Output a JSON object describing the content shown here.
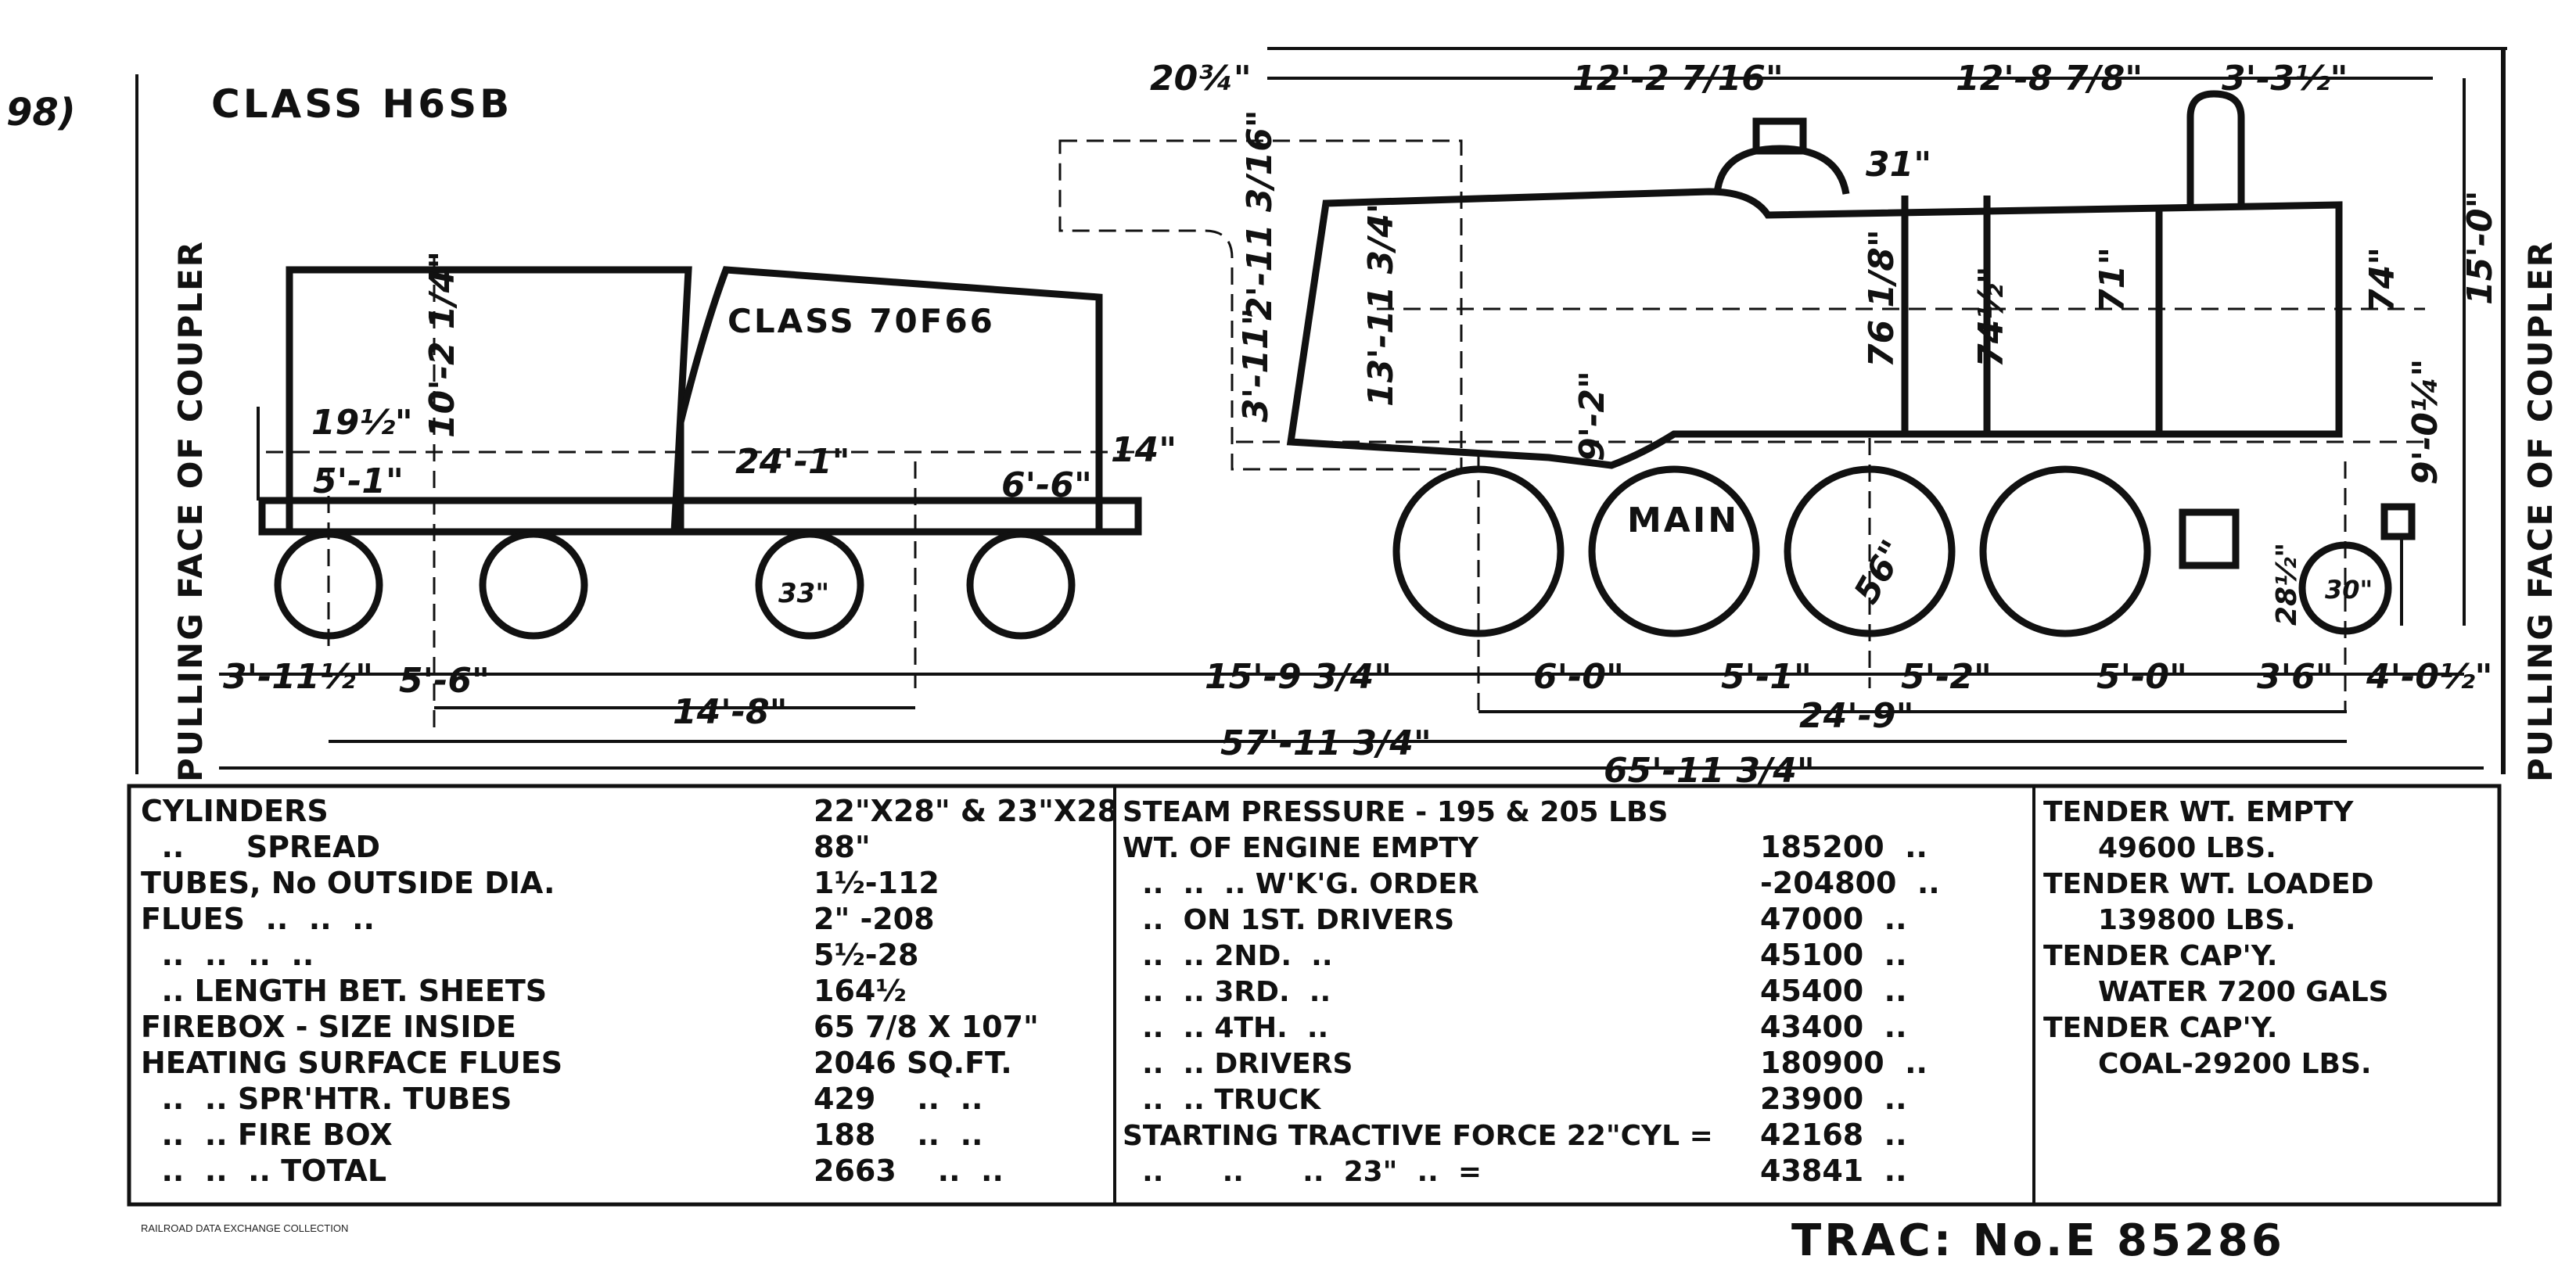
{
  "page_ref": "98)",
  "engine_class": "CLASS H6SB",
  "tender_class": "CLASS 70F66",
  "side_label": "PULLING FACE OF COUPLER",
  "wheel_label": "MAIN",
  "collection_note": "RAILROAD DATA EXCHANGE COLLECTION",
  "tracing_no": "TRAC: No.E 85286",
  "dimensions": {
    "top_20_3_4": "20¾\"",
    "top_12_2": "12'-2 7/16\"",
    "top_12_8": "12'-8 7/8\"",
    "top_3_3": "3'-3½\"",
    "dome_31": "31\"",
    "h_15_0": "15'-0\"",
    "h_74_right": "74\"",
    "h_9_0": "9'-0¼\"",
    "cab_2_11": "2'-11 3/16\"",
    "cab_3_11": "3'-11\"",
    "cab_13_11": "13'-11 3/4\"",
    "boiler_9_2": "9'-2\"",
    "boiler_76": "76 1/8\"",
    "boiler_74": "74½\"",
    "boiler_71": "71\"",
    "tender_10_2": "10'-2 1/4\"",
    "tender_19": "19½\"",
    "tender_5_1": "5'-1\"",
    "tender_24_1": "24'-1\"",
    "tender_6_6": "6'-6\"",
    "tender_14": "14\"",
    "tender_wheel": "33\"",
    "driver_56": "56\"",
    "truck_28": "28½\"",
    "truck_wheel": "30\"",
    "base_3_11": "3'-11½\"",
    "base_5_6": "5'-6\"",
    "base_14_8": "14'-8\"",
    "base_15_9": "15'-9 3/4\"",
    "base_6_0": "6'-0\"",
    "base_5_1": "5'-1\"",
    "base_5_2": "5'-2\"",
    "base_5_0": "5'-0\"",
    "base_3_6": "3'6\"",
    "base_4_0": "4'-0½\"",
    "base_24_9": "24'-9\"",
    "base_57_11": "57'-11 3/4\"",
    "base_65_11": "65'-11 3/4\""
  },
  "specs_left": [
    {
      "label": "CYLINDERS",
      "value": "22\"X28\" & 23\"X28"
    },
    {
      "label": "  ..      SPREAD",
      "value": "88\""
    },
    {
      "label": "TUBES, No OUTSIDE DIA.",
      "value": "1½-112"
    },
    {
      "label": "FLUES  ..  ..  ..",
      "value": "2\" -208"
    },
    {
      "label": "  ..  ..  ..  ..",
      "value": "5½-28"
    },
    {
      "label": "  .. LENGTH BET. SHEETS",
      "value": "164½"
    },
    {
      "label": "FIREBOX - SIZE INSIDE",
      "value": "65 7/8 X 107\""
    },
    {
      "label": "HEATING SURFACE FLUES",
      "value": "2046 SQ.FT."
    },
    {
      "label": "  ..  .. SPR'HTR. TUBES",
      "value": "429    ..  .."
    },
    {
      "label": "  ..  .. FIRE BOX",
      "value": "188    ..  .."
    },
    {
      "label": "  ..  ..  .. TOTAL",
      "value": "2663    ..  .."
    }
  ],
  "specs_mid": [
    {
      "label": "STEAM PRESSURE - 195 & 205 LBS",
      "value": ""
    },
    {
      "label": "WT. OF ENGINE EMPTY",
      "value": "185200  .."
    },
    {
      "label": "  ..  ..  .. W'K'G. ORDER",
      "value": "-204800  .."
    },
    {
      "label": "  ..  ON 1ST. DRIVERS",
      "value": "47000  .."
    },
    {
      "label": "  ..  .. 2ND.  ..",
      "value": "45100  .."
    },
    {
      "label": "  ..  .. 3RD.  ..",
      "value": "45400  .."
    },
    {
      "label": "  ..  .. 4TH.  ..",
      "value": "43400  .."
    },
    {
      "label": "  ..  .. DRIVERS",
      "value": "180900  .."
    },
    {
      "label": "  ..  .. TRUCK",
      "value": "23900  .."
    },
    {
      "label": "STARTING TRACTIVE FORCE 22\"CYL =",
      "value": "42168  .."
    },
    {
      "label": "  ..      ..      ..  23\"  ..  =",
      "value": "43841  .."
    }
  ],
  "specs_right": [
    "TENDER WT. EMPTY",
    "49600 LBS.",
    "TENDER WT. LOADED",
    "139800 LBS.",
    "TENDER CAP'Y.",
    "WATER 7200 GALS",
    "TENDER CAP'Y.",
    "COAL-29200 LBS."
  ]
}
